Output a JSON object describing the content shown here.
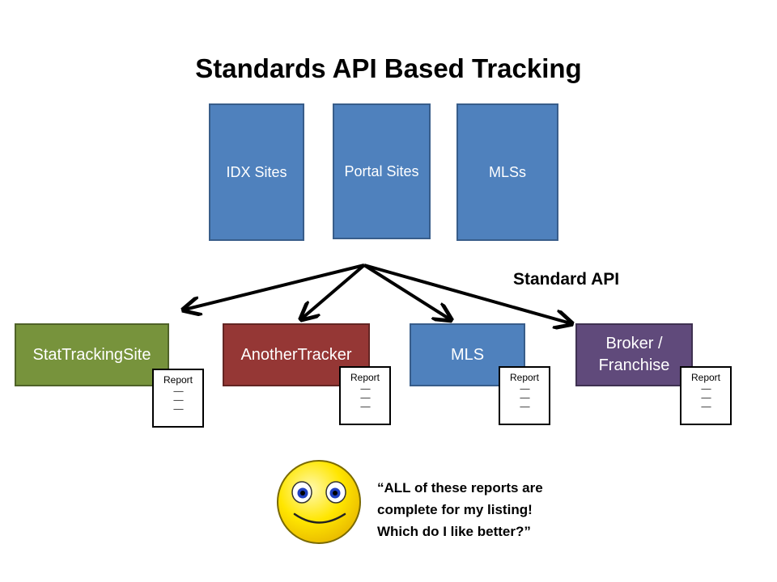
{
  "title": "Standards API Based Tracking",
  "sources": [
    {
      "label": "IDX Sites"
    },
    {
      "label": "Portal Sites"
    },
    {
      "label": "MLSs"
    }
  ],
  "api_label": "Standard API",
  "destinations": [
    {
      "label": "StatTrackingSite",
      "color": "#77933c"
    },
    {
      "label": "AnotherTracker",
      "color": "#953735"
    },
    {
      "label": "MLS",
      "color": "#4f81bd"
    },
    {
      "label": "Broker /\nFranchise",
      "color": "#604a7b"
    }
  ],
  "report": {
    "label": "Report",
    "lines": [
      "------",
      "------",
      "------"
    ]
  },
  "quote": "“ALL of these reports are\ncomplete for my listing!\nWhich do I like better?”",
  "colors": {
    "smiley_fill": "#ffe600",
    "smiley_outline": "#7a6a00",
    "arrow": "#000000"
  },
  "icons": {
    "smiley": "smiley-face-icon"
  }
}
